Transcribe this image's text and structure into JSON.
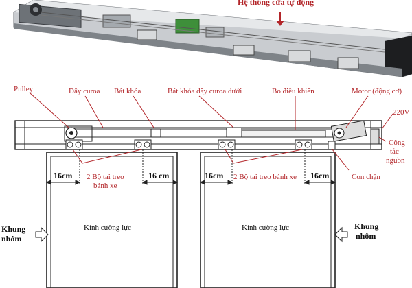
{
  "banner_title": "Hệ thống cửa tự động",
  "labels": {
    "pulley": "Pulley",
    "belt": "Dây curoa",
    "lock_bracket": "Bát khóa",
    "lower_belt_lock_bracket": "Bát khóa dây curoa dưới",
    "controller": "Bo điều khiển",
    "motor": "Motor (động cơ)",
    "voltage": "220V",
    "power_switch_1": "Công",
    "power_switch_2": "tắc",
    "power_switch_3": "nguồn",
    "hangers_left_1": "2 Bộ tai treo",
    "hangers_left_2": "bánh xe",
    "hangers_right": "2 Bộ tai treo bánh xe",
    "stopper": "Con chặn",
    "frame_left_1": "Khung",
    "frame_left_2": "nhôm",
    "frame_right_1": "Khung",
    "frame_right_2": "nhôm",
    "glass_left": "Kính cường lực",
    "glass_right": "Kính cường lực"
  },
  "dimensions": {
    "left_outer": "16cm",
    "left_inner": "16 cm",
    "right_inner": "16cm",
    "right_outer": "16cm"
  },
  "colors": {
    "annotation": "#b3262a",
    "line": "#222222",
    "rail": "#9aa0a6",
    "rail_dark": "#3a3d41"
  }
}
